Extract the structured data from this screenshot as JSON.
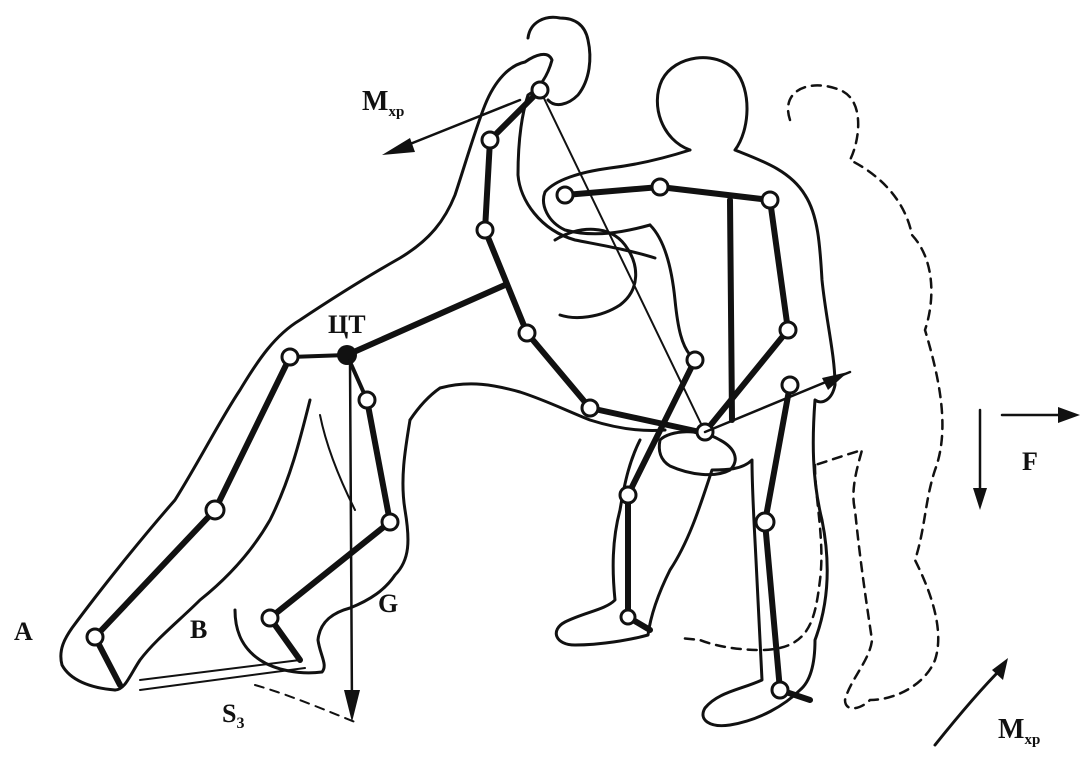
{
  "labels": {
    "m_top": "M",
    "m_top_sub": "хр",
    "ct": "ЦТ",
    "a": "A",
    "b": "B",
    "g": "G",
    "s": "S",
    "s_sub": "3",
    "f": "F",
    "m_bottom": "M",
    "m_bottom_sub": "хр"
  }
}
